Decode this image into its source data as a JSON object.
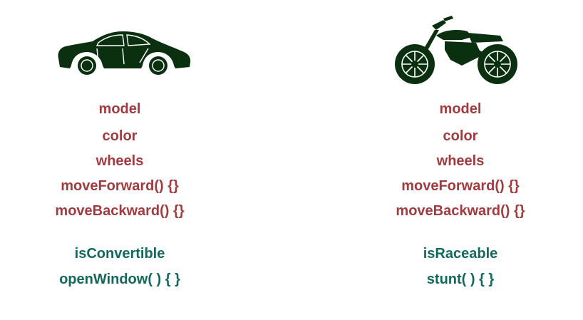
{
  "colors": {
    "shared": "#a23b3f",
    "specific": "#12685d",
    "silhouette": "#0b3010"
  },
  "car": {
    "icon": "car-icon",
    "shared": [
      "model",
      "color",
      "wheels",
      "moveForward() {}",
      "moveBackward() {}"
    ],
    "specific": [
      "isConvertible",
      "openWindow( ) { }"
    ]
  },
  "motorcycle": {
    "icon": "motorcycle-icon",
    "shared": [
      "model",
      "color",
      "wheels",
      "moveForward() {}",
      "moveBackward() {}"
    ],
    "specific": [
      "isRaceable",
      "stunt( ) { }"
    ]
  }
}
